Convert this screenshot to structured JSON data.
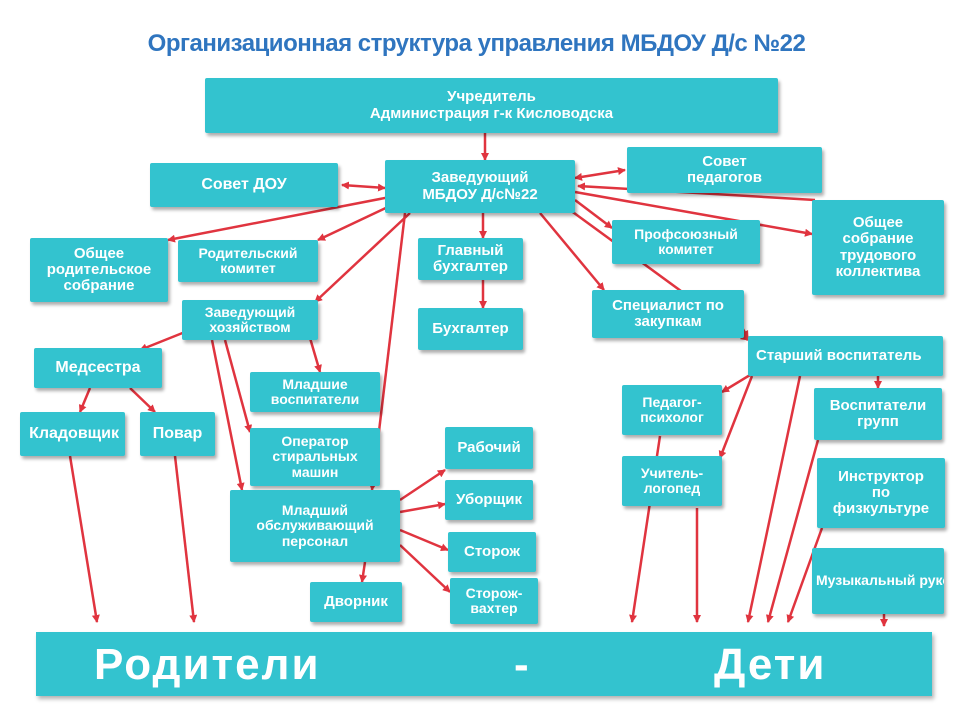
{
  "title": "Организационная структура управления МБДОУ Д/с №22",
  "nodes": {
    "founder": "Учредитель\nАдминистрация г-к Кисловодска",
    "head": "Заведующий\nМБДОУ Д/с№22",
    "council_dou": "Совет ДОУ",
    "teacher_council": "Совет\nпедагогов",
    "general_parent_meeting": "Общее\nродительское\nсобрание",
    "parent_committee": "Родительский\nкомитет",
    "chief_accountant": "Главный\nбухгалтер",
    "trade_union": "Профсоюзный\nкомитет",
    "labor_collective": "Общее\nсобрание\nтрудового\nколлектива",
    "supply_manager": "Заведующий\nхозяйством",
    "accountant": "Бухгалтер",
    "procurement": "Специалист по\nзакупкам",
    "senior_educator": "Старший воспитатель",
    "nurse": "Медсестра",
    "junior_educators": "Младшие\nвоспитатели",
    "storekeeper": "Кладовщик",
    "cook": "Повар",
    "laundry_operator": "Оператор\nстиральных\nмашин",
    "psychologist": "Педагог-\nпсихолог",
    "group_educators": "Воспитатели\nгрупп",
    "worker": "Рабочий",
    "junior_staff": "Младший\nобслуживающий\nперсонал",
    "speech_therapist": "Учитель-\nлогопед",
    "cleaner": "Уборщик",
    "pe_instructor": "Инструктор\nпо\nфизкультуре",
    "guard": "Сторож",
    "janitor": "Дворник",
    "guard_watchman": "Сторож-\nвахтер",
    "music_director": "Музыкальный\nруководитель"
  },
  "bottom": {
    "parents": "Родители",
    "dash": "-",
    "children": "Дети"
  },
  "colors": {
    "box": "#33c3cf",
    "arrow": "#e0343f",
    "title": "#2f75bf",
    "text": "#ffffff"
  }
}
